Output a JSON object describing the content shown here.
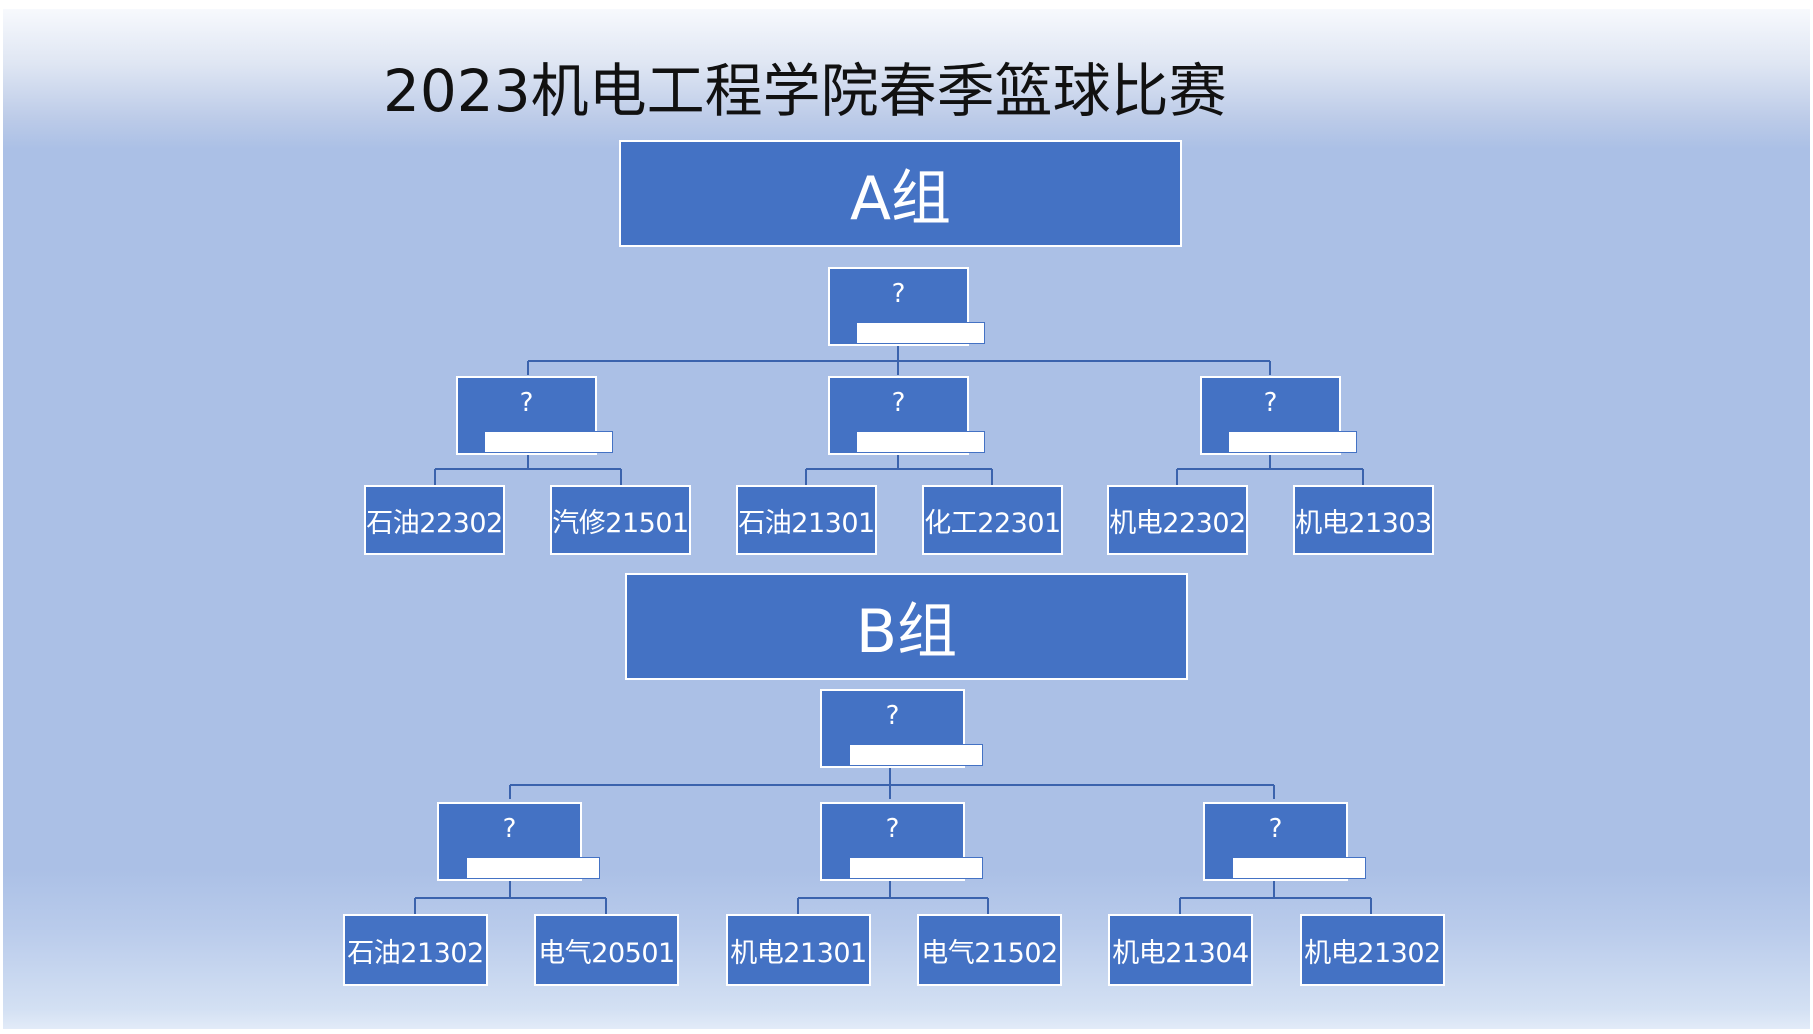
{
  "title": "2023机电工程学院春季篮球比赛",
  "colors": {
    "node_fill": "#4472c4",
    "node_border": "#ffffff",
    "connector": "#3b63ad",
    "background": "#abc0e6"
  },
  "groups": [
    {
      "name": "A组",
      "final": {
        "label": "?"
      },
      "semis": [
        {
          "label": "?",
          "teams": [
            "石油22302",
            "汽修21501"
          ]
        },
        {
          "label": "?",
          "teams": [
            "石油21301",
            "化工22301"
          ]
        },
        {
          "label": "?",
          "teams": [
            "机电22302",
            "机电21303"
          ]
        }
      ]
    },
    {
      "name": "B组",
      "final": {
        "label": "?"
      },
      "semis": [
        {
          "label": "?",
          "teams": [
            "石油21302",
            "电气20501"
          ]
        },
        {
          "label": "?",
          "teams": [
            "机电21301",
            "电气21502"
          ]
        },
        {
          "label": "?",
          "teams": [
            "机电21304",
            "机电21302"
          ]
        }
      ]
    }
  ]
}
